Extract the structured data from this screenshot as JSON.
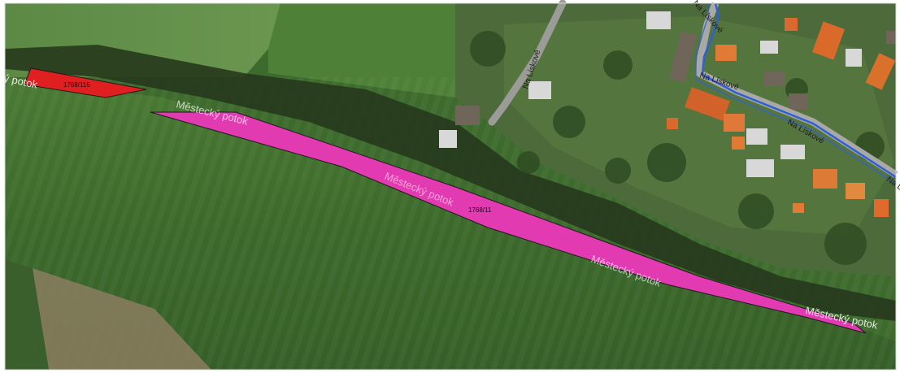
{
  "map": {
    "streets": [
      {
        "name": "Na Lískové"
      },
      {
        "name": "Na Lískové"
      },
      {
        "name": "Na Lískové"
      },
      {
        "name": "Na Lískové"
      },
      {
        "name": "Na L"
      }
    ],
    "stream_labels": [
      {
        "name": "ý potok"
      },
      {
        "name": "Městecký potok"
      },
      {
        "name": "Městecký potok"
      },
      {
        "name": "Městecký potok"
      },
      {
        "name": "Městecký potok"
      }
    ],
    "parcels": [
      {
        "id": "1768/116",
        "color": "#e02020"
      },
      {
        "id": "1768/11",
        "color": "#e23ab0"
      }
    ],
    "colors": {
      "field": "#3f6b2c",
      "street_outline": "#2f5fd8",
      "parcel_outline": "#1b1b1b"
    }
  }
}
